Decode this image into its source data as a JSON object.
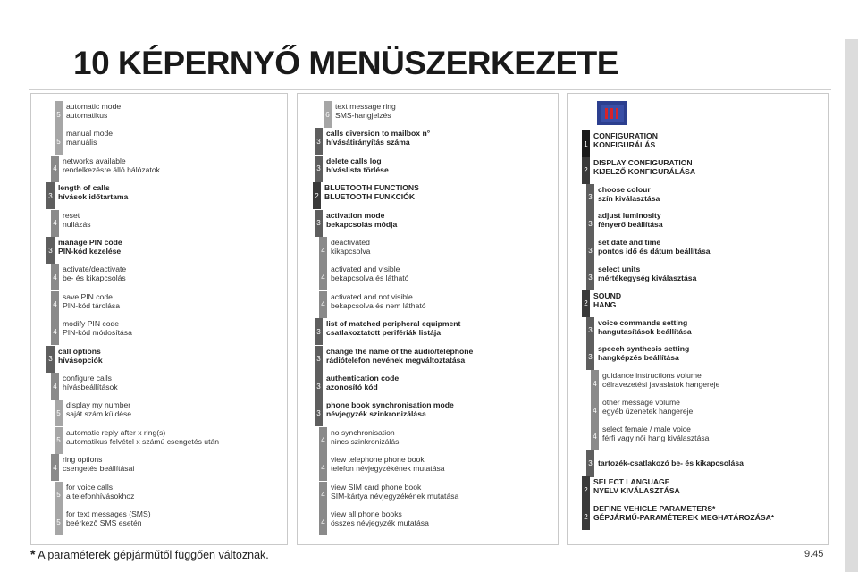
{
  "page": {
    "title": "10 KÉPERNYŐ MENÜSZERKEZETE",
    "footnote_star": "*",
    "footnote_text": "A paraméterek gépjárműtől függően változnak.",
    "page_number": "9.45"
  },
  "columns": [
    {
      "items": [
        {
          "level": "5",
          "bold": false,
          "line1": "automatic mode",
          "line2": "automatikus"
        },
        {
          "level": "5",
          "bold": false,
          "line1": "manual mode",
          "line2": "manuális"
        },
        {
          "level": "4",
          "bold": false,
          "line1": "networks available",
          "line2": "rendelkezésre álló hálózatok"
        },
        {
          "level": "3",
          "bold": true,
          "line1": "length of calls",
          "line2": "hívások időtartama"
        },
        {
          "level": "4",
          "bold": false,
          "line1": "reset",
          "line2": "nullázás"
        },
        {
          "level": "3",
          "bold": true,
          "line1": "manage PIN code",
          "line2": "PIN-kód kezelése"
        },
        {
          "level": "4",
          "bold": false,
          "line1": "activate/deactivate",
          "line2": "be- és kikapcsolás"
        },
        {
          "level": "4",
          "bold": false,
          "line1": "save PIN code",
          "line2": "PIN-kód tárolása"
        },
        {
          "level": "4",
          "bold": false,
          "line1": "modify PIN code",
          "line2": "PIN-kód módosítása"
        },
        {
          "level": "3",
          "bold": true,
          "line1": "call options",
          "line2": "hívásopciók"
        },
        {
          "level": "4",
          "bold": false,
          "line1": "configure calls",
          "line2": "hívásbeállítások"
        },
        {
          "level": "5",
          "bold": false,
          "line1": "display my number",
          "line2": "saját szám küldése"
        },
        {
          "level": "5",
          "bold": false,
          "line1": "automatic reply after x ring(s)",
          "line2": "automatikus felvétel x számú csengetés után"
        },
        {
          "level": "4",
          "bold": false,
          "line1": "ring options",
          "line2": "csengetés beállításai"
        },
        {
          "level": "5",
          "bold": false,
          "line1": "for voice calls",
          "line2": "a telefonhívásokhoz"
        },
        {
          "level": "5",
          "bold": false,
          "line1": "for text messages (SMS)",
          "line2": "beérkező SMS esetén"
        }
      ]
    },
    {
      "items": [
        {
          "level": "6",
          "bold": false,
          "line1": "text message ring",
          "line2": "SMS-hangjelzés"
        },
        {
          "level": "3",
          "bold": true,
          "line1": "calls diversion to mailbox n°",
          "line2": "hívásátirányítás száma"
        },
        {
          "level": "3",
          "bold": true,
          "line1": "delete calls log",
          "line2": "híváslista törlése"
        },
        {
          "level": "2",
          "bold": true,
          "line1": "BLUETOOTH FUNCTIONS",
          "line2": "BLUETOOTH FUNKCIÓK"
        },
        {
          "level": "3",
          "bold": true,
          "line1": "activation mode",
          "line2": "bekapcsolás módja"
        },
        {
          "level": "4",
          "bold": false,
          "line1": "deactivated",
          "line2": "kikapcsolva"
        },
        {
          "level": "4",
          "bold": false,
          "line1": "activated and visible",
          "line2": "bekapcsolva és látható"
        },
        {
          "level": "4",
          "bold": false,
          "line1": "activated and not visible",
          "line2": "bekapcsolva és nem látható"
        },
        {
          "level": "3",
          "bold": true,
          "line1": "list of matched peripheral equipment",
          "line2": "csatlakoztatott perifériák listája"
        },
        {
          "level": "3",
          "bold": true,
          "line1": "change the name of the audio/telephone",
          "line2": "rádiótelefon nevének megváltoztatása"
        },
        {
          "level": "3",
          "bold": true,
          "line1": "authentication code",
          "line2": "azonosító kód"
        },
        {
          "level": "3",
          "bold": true,
          "line1": "phone book synchronisation mode",
          "line2": "névjegyzék szinkronizálása"
        },
        {
          "level": "4",
          "bold": false,
          "line1": "no synchronisation",
          "line2": "nincs szinkronizálás"
        },
        {
          "level": "4",
          "bold": false,
          "line1": "view telephone phone book",
          "line2": "telefon névjegyzékének mutatása"
        },
        {
          "level": "4",
          "bold": false,
          "line1": "view SIM card phone book",
          "line2": "SIM-kártya névjegyzékének mutatása"
        },
        {
          "level": "4",
          "bold": false,
          "line1": "view all phone books",
          "line2": "összes névjegyzék mutatása"
        }
      ]
    },
    {
      "items": [
        {
          "level": "1",
          "bold": true,
          "line1": "CONFIGURATION",
          "line2": "KONFIGURÁLÁS"
        },
        {
          "level": "2",
          "bold": true,
          "line1": "DISPLAY CONFIGURATION",
          "line2": "KIJELZŐ KONFIGURÁLÁSA"
        },
        {
          "level": "3",
          "bold": true,
          "line1": "choose colour",
          "line2": "szín kiválasztása"
        },
        {
          "level": "3",
          "bold": true,
          "line1": "adjust luminosity",
          "line2": "fényerő beállítása"
        },
        {
          "level": "3",
          "bold": true,
          "line1": "set date and time",
          "line2": "pontos idő és dátum beállítása"
        },
        {
          "level": "3",
          "bold": true,
          "line1": "select units",
          "line2": "mértékegység kiválasztása"
        },
        {
          "level": "2",
          "bold": true,
          "line1": "SOUND",
          "line2": "HANG"
        },
        {
          "level": "3",
          "bold": true,
          "line1": "voice commands setting",
          "line2": "hangutasítások beállítása"
        },
        {
          "level": "3",
          "bold": true,
          "line1": "speech synthesis setting",
          "line2": "hangképzés beállítása"
        },
        {
          "level": "4",
          "bold": false,
          "line1": "guidance instructions volume",
          "line2": "célravezetési javaslatok hangereje"
        },
        {
          "level": "4",
          "bold": false,
          "line1": "other message volume",
          "line2": "egyéb üzenetek hangereje"
        },
        {
          "level": "4",
          "bold": false,
          "line1": "select female / male voice",
          "line2": "férfi vagy női hang kiválasztása"
        },
        {
          "level": "3",
          "bold": true,
          "line1": "tartozék-csatlakozó be- és kikapcsolása",
          "line2": ""
        },
        {
          "level": "2",
          "bold": true,
          "line1": "SELECT LANGUAGE",
          "line2": "NYELV KIVÁLASZTÁSA"
        },
        {
          "level": "2",
          "bold": true,
          "line1": "DEFINE VEHICLE PARAMETERS*",
          "line2": "GÉPJÁRMŰ-PARAMÉTEREK MEGHATÁROZÁSA*"
        }
      ]
    }
  ]
}
